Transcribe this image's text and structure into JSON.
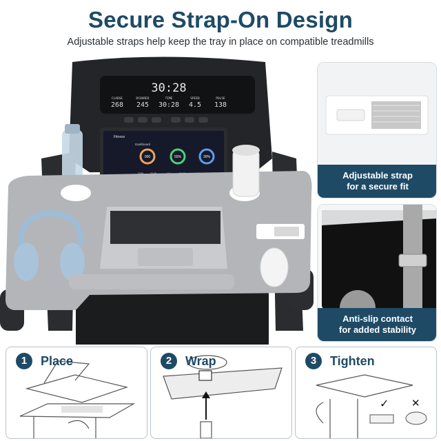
{
  "header": {
    "title": "Secure Strap-On Design",
    "subtitle": "Adjustable straps help keep the tray in place on compatible treadmills"
  },
  "treadmill_console": {
    "main_time": "30:28",
    "readouts": [
      {
        "label": "CLADSE",
        "value": "268"
      },
      {
        "label": "DCOURED",
        "value": "245"
      },
      {
        "label": "TIME",
        "value": "30:28"
      },
      {
        "label": "SPEED",
        "value": "4.5"
      },
      {
        "label": "PULSE",
        "value": "138"
      }
    ]
  },
  "laptop_screen": {
    "app_name": "Fitness",
    "panel_title": "Dashboard",
    "stats": [
      "000",
      "55%",
      "30%"
    ],
    "numbers": [
      "3355",
      "23.85",
      "9.4",
      "36.35",
      "65%"
    ]
  },
  "features": [
    {
      "line1": "Adjustable strap",
      "line2": "for a secure fit"
    },
    {
      "line1": "Anti-slip contact",
      "line2": "for added stability"
    }
  ],
  "steps": [
    {
      "number": "1",
      "label": "Place"
    },
    {
      "number": "2",
      "label": "Wrap"
    },
    {
      "number": "3",
      "label": "Tighten"
    }
  ],
  "step3_marks": {
    "ok": "✓",
    "bad": "✕"
  },
  "colors": {
    "brand": "#1e4a66",
    "tray": "#b3b5b8",
    "console": "#1a1c1f"
  }
}
